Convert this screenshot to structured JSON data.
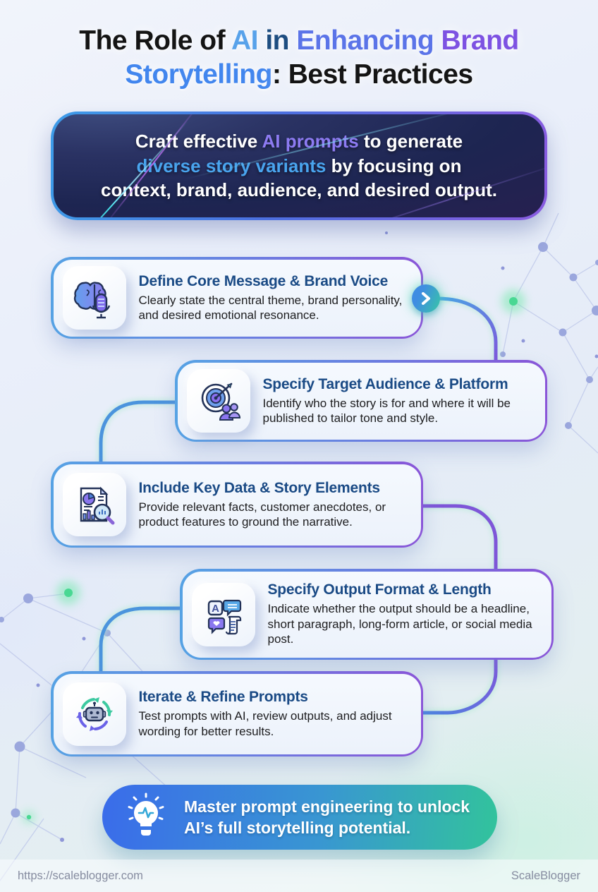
{
  "title": {
    "lines": [
      [
        {
          "text": "The Role of ",
          "color": "#141414"
        },
        {
          "text": "AI",
          "color": "#58a2ea"
        },
        {
          "text": " in ",
          "color": "#1d4d80"
        },
        {
          "text": "Enhancing ",
          "color": "#5b74e8"
        },
        {
          "text": "Brand",
          "color": "#7d52e2"
        }
      ],
      [
        {
          "text": "Storytelling",
          "color": "#4286ee"
        },
        {
          "text": ": Best Practices",
          "color": "#141414"
        }
      ]
    ]
  },
  "banner": {
    "lines": [
      [
        {
          "text": "Craft effective ",
          "color": "#ffffff"
        },
        {
          "text": "AI prompts",
          "color": "#8d7bf2"
        },
        {
          "text": " to generate",
          "color": "#ffffff"
        }
      ],
      [
        {
          "text": "diverse story variants",
          "color": "#49a4ee"
        },
        {
          "text": " by focusing on",
          "color": "#ffffff"
        }
      ],
      [
        {
          "text": "context, brand, audience, and desired output.",
          "color": "#ffffff"
        }
      ]
    ]
  },
  "steps": [
    {
      "icon": "brain-microphone-icon",
      "title": "Define Core Message & Brand Voice",
      "description": "Clearly state the central theme, brand personality, and desired emotional resonance."
    },
    {
      "icon": "target-audience-icon",
      "title": "Specify Target Audience & Platform",
      "description": "Identify who the story is for and where it will be published to tailor tone and style."
    },
    {
      "icon": "data-document-magnifier-icon",
      "title": "Include Key Data & Story Elements",
      "description": "Provide relevant facts, customer anecdotes, or product features to ground the narrative."
    },
    {
      "icon": "output-format-icon",
      "title": "Specify Output Format & Length",
      "description": "Indicate whether the output should be a headline, short paragraph, long-form article, or social media post."
    },
    {
      "icon": "iterate-robot-icon",
      "title": "Iterate & Refine Prompts",
      "description": "Test prompts with AI, review outputs, and adjust wording for better results."
    }
  ],
  "cta": {
    "icon": "lightbulb-pulse-icon",
    "lines": [
      "Master prompt engineering to unlock",
      "AI’s full storytelling potential."
    ]
  },
  "footer": {
    "url": "https://scaleblogger.com",
    "brand": "ScaleBlogger"
  },
  "colors": {
    "card_border_from": "#56a2e4",
    "card_border_to": "#8a55d8",
    "banner_bg": "#1d2551",
    "connector_blue": "#4b94dd",
    "connector_purple": "#7e56d8",
    "cta_from": "#3a6cea",
    "cta_to": "#32c39c",
    "accent_green": "#49d893"
  }
}
